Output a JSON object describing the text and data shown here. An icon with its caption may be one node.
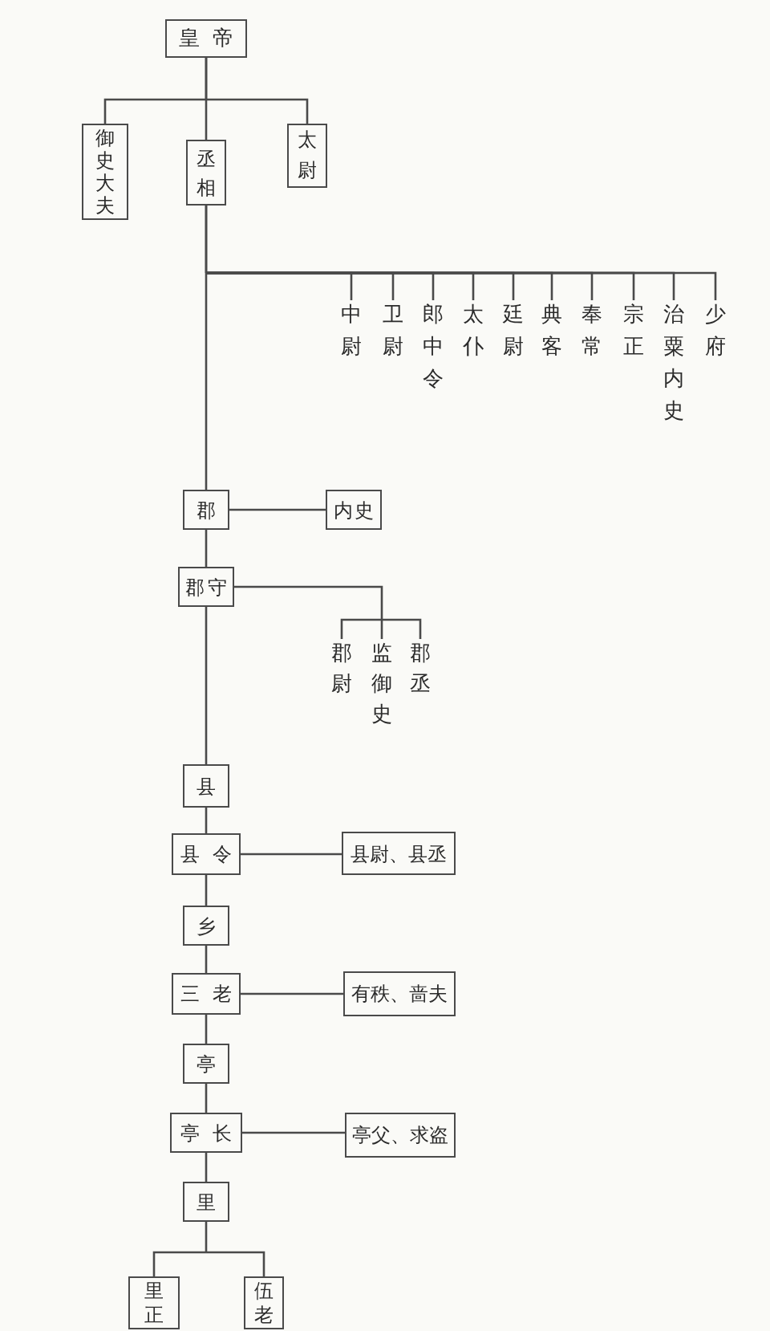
{
  "diagram": {
    "nodes": [
      {
        "text": [
          "皇帝"
        ]
      },
      {
        "text": [
          "御史大夫"
        ]
      },
      {
        "text": [
          "丞相"
        ]
      },
      {
        "text": [
          "太尉"
        ]
      },
      {
        "text": [
          "中尉"
        ]
      },
      {
        "text": [
          "卫尉"
        ]
      },
      {
        "text": [
          "郎中令"
        ]
      },
      {
        "text": [
          "太仆"
        ]
      },
      {
        "text": [
          "廷尉"
        ]
      },
      {
        "text": [
          "典客"
        ]
      },
      {
        "text": [
          "奉常"
        ]
      },
      {
        "text": [
          "宗正"
        ]
      },
      {
        "text": [
          "治粟内史"
        ]
      },
      {
        "text": [
          "少府"
        ]
      },
      {
        "text": [
          "郡"
        ]
      },
      {
        "text": [
          "内史"
        ]
      },
      {
        "text": [
          "郡守"
        ]
      },
      {
        "text": [
          "郡尉"
        ]
      },
      {
        "text": [
          "监御史"
        ]
      },
      {
        "text": [
          "郡丞"
        ]
      },
      {
        "text": [
          "县"
        ]
      },
      {
        "text": [
          "县令"
        ]
      },
      {
        "text": [
          "县尉、县丞"
        ]
      },
      {
        "text": [
          "乡"
        ]
      },
      {
        "text": [
          "三老"
        ]
      },
      {
        "text": [
          "有秩、啬夫"
        ]
      },
      {
        "text": [
          "亭"
        ]
      },
      {
        "text": [
          "亭长"
        ]
      },
      {
        "text": [
          "亭父、求盗"
        ]
      },
      {
        "text": [
          "里"
        ]
      },
      {
        "text": [
          "里正"
        ]
      },
      {
        "text": [
          "伍老"
        ]
      }
    ],
    "edges": [
      {
        "from": 0,
        "to": 1,
        "arrow": "none"
      },
      {
        "from": 0,
        "to": 2,
        "arrow": "none"
      },
      {
        "from": 0,
        "to": 3,
        "arrow": "none"
      },
      {
        "from": 2,
        "to": 4,
        "arrow": "none"
      },
      {
        "from": 2,
        "to": 5,
        "arrow": "none"
      },
      {
        "from": 2,
        "to": 6,
        "arrow": "none"
      },
      {
        "from": 2,
        "to": 7,
        "arrow": "none"
      },
      {
        "from": 2,
        "to": 8,
        "arrow": "none"
      },
      {
        "from": 2,
        "to": 9,
        "arrow": "none"
      },
      {
        "from": 2,
        "to": 10,
        "arrow": "none"
      },
      {
        "from": 2,
        "to": 11,
        "arrow": "none"
      },
      {
        "from": 2,
        "to": 12,
        "arrow": "none"
      },
      {
        "from": 2,
        "to": 13,
        "arrow": "none"
      },
      {
        "from": 2,
        "to": 14,
        "arrow": "none"
      },
      {
        "from": 14,
        "to": 15,
        "arrow": "none"
      },
      {
        "from": 14,
        "to": 16,
        "arrow": "none"
      },
      {
        "from": 16,
        "to": 17,
        "arrow": "none"
      },
      {
        "from": 16,
        "to": 18,
        "arrow": "none"
      },
      {
        "from": 16,
        "to": 19,
        "arrow": "none"
      },
      {
        "from": 16,
        "to": 20,
        "arrow": "none"
      },
      {
        "from": 20,
        "to": 21,
        "arrow": "none"
      },
      {
        "from": 21,
        "to": 22,
        "arrow": "none"
      },
      {
        "from": 21,
        "to": 23,
        "arrow": "none"
      },
      {
        "from": 23,
        "to": 24,
        "arrow": "none"
      },
      {
        "from": 24,
        "to": 25,
        "arrow": "none"
      },
      {
        "from": 24,
        "to": 26,
        "arrow": "none"
      },
      {
        "from": 26,
        "to": 27,
        "arrow": "none"
      },
      {
        "from": 27,
        "to": 28,
        "arrow": "none"
      },
      {
        "from": 27,
        "to": 29,
        "arrow": "none"
      },
      {
        "from": 29,
        "to": 30,
        "arrow": "none"
      },
      {
        "from": 29,
        "to": 31,
        "arrow": "none"
      }
    ]
  }
}
